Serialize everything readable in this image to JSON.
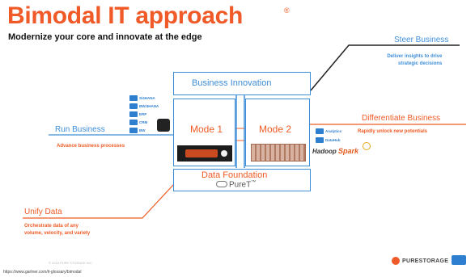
{
  "title": "Bimodal IT approach",
  "title_mark": "®",
  "subtitle": "Modernize your core and innovate at the edge",
  "center": {
    "innovation_label": "Business Innovation",
    "mode1_label": "Mode 1",
    "mode2_label": "Mode 2",
    "foundation_label": "Data Foundation",
    "pure_logo": "PureT",
    "pure_logo_mark": "™"
  },
  "steer": {
    "title": "Steer Business",
    "lines": [
      "Deliver insights to drive",
      "strategic decisions"
    ]
  },
  "differentiate": {
    "title": "Differentiate Business",
    "desc": "Rapidly unlock new potentials",
    "tag": "Analytics",
    "tag2": "DataHub",
    "hadoop": "Hadoop",
    "spark": "Spark"
  },
  "run": {
    "title": "Run Business",
    "desc": "Advance business processes",
    "tags": [
      "S/4HANA",
      "BW/4HANA",
      "ERP",
      "CRM",
      "BW"
    ]
  },
  "unify": {
    "title": "Unify Data",
    "lines": [
      "Orchestrate data of any",
      "volume, velocity, and variety"
    ]
  },
  "footer": {
    "url": "https://www.gartner.com/it-glossary/bimodal",
    "copyright": "© 2018 PURE STORAGE INC.",
    "brand": "PURESTORAGE"
  },
  "colors": {
    "orange": "#f05a28",
    "blue": "#3f8ed8",
    "dark": "#222222"
  }
}
